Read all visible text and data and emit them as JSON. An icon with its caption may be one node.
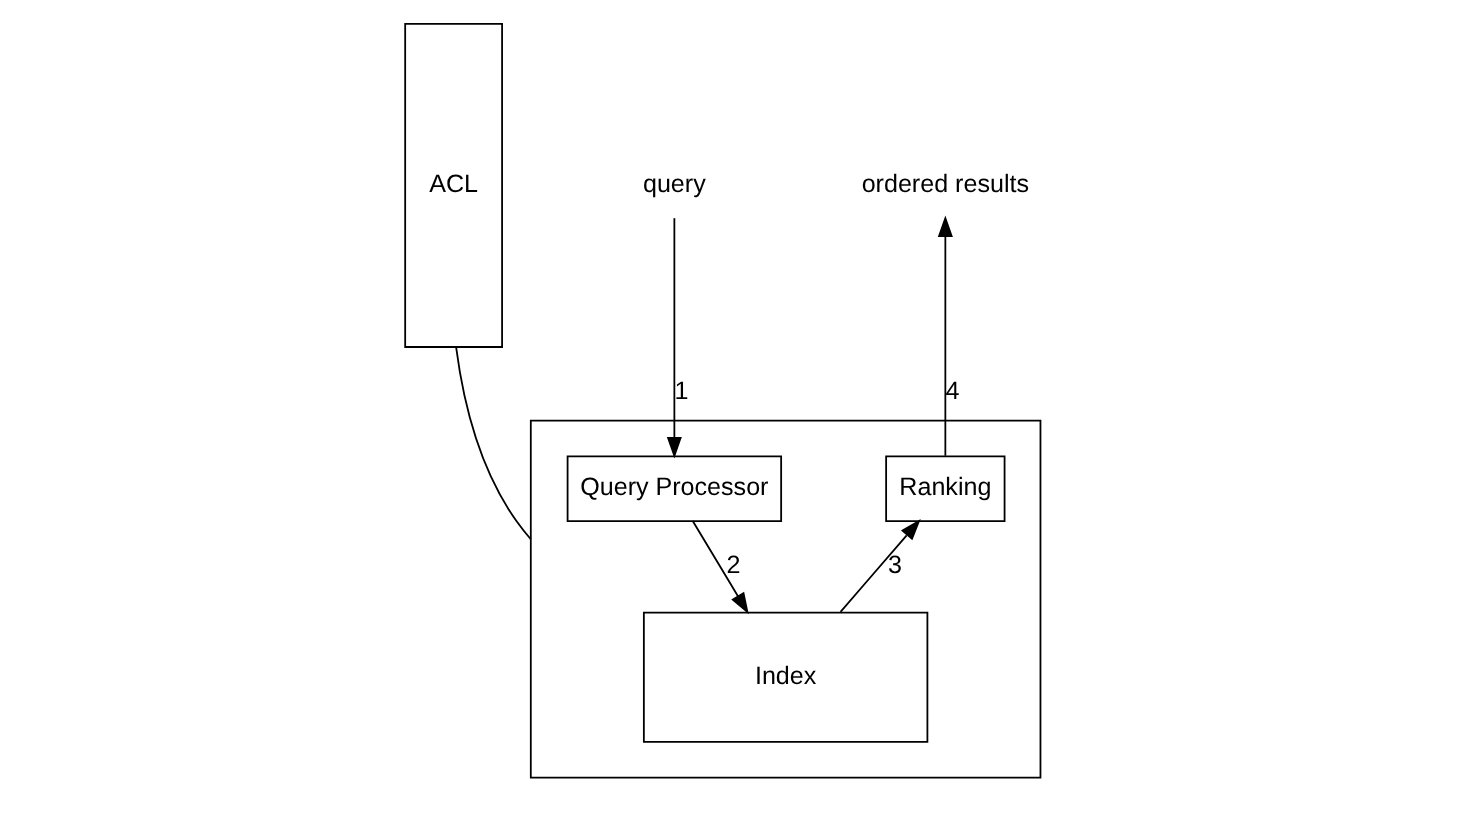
{
  "diagram": {
    "nodes": [
      {
        "text": [],
        "shape": "box"
      },
      {
        "text": [
          "Query Processor"
        ],
        "in": 0
      },
      {
        "text": [
          "Ranking"
        ],
        "in": 0
      },
      {
        "text": [
          "Index"
        ],
        "in": 0
      },
      {
        "text": [
          "query"
        ]
      },
      {
        "text": [
          "ordered results"
        ]
      },
      {
        "text": [
          "ACL"
        ]
      }
    ],
    "edges": [
      {
        "from": 4,
        "to": 1,
        "arrow": "to",
        "label": "1"
      },
      {
        "from": 1,
        "to": 3,
        "arrow": "to",
        "label": "2"
      },
      {
        "from": 3,
        "to": 2,
        "arrow": "to",
        "label": "3"
      },
      {
        "from": 2,
        "to": 5,
        "arrow": "to",
        "label": "4"
      },
      {
        "from": 0,
        "to": 6,
        "arrow": "none"
      }
    ]
  }
}
